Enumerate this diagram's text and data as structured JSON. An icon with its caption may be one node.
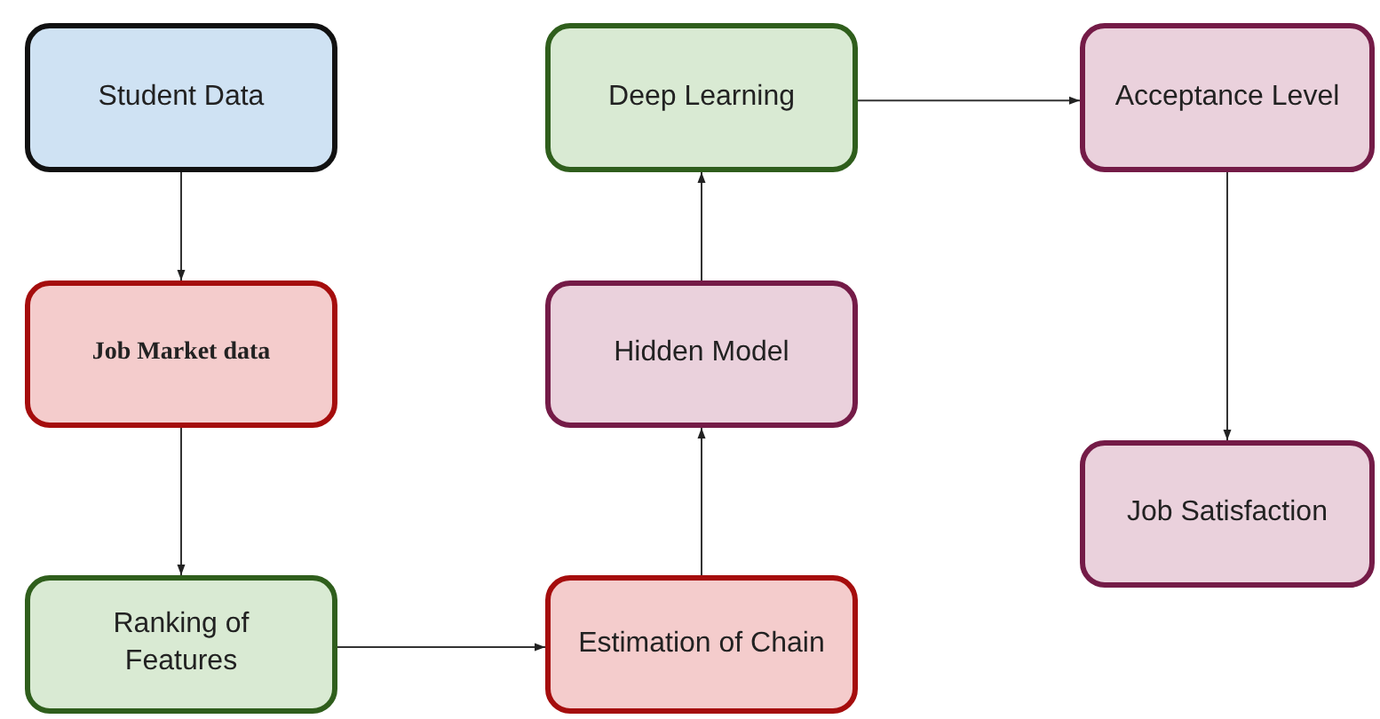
{
  "diagram": {
    "nodes": [
      {
        "text": [
          "Student Data"
        ]
      },
      {
        "text": [
          "Job Market data"
        ]
      },
      {
        "text": [
          "Ranking of Features"
        ]
      },
      {
        "text": [
          "Estimation of Chain"
        ]
      },
      {
        "text": [
          "Hidden Model"
        ]
      },
      {
        "text": [
          "Deep Learning"
        ]
      },
      {
        "text": [
          "Acceptance Level"
        ]
      },
      {
        "text": [
          "Job Satisfaction"
        ]
      }
    ],
    "edges": [
      {
        "from": 0,
        "to": 1,
        "arrow": "to"
      },
      {
        "from": 1,
        "to": 2,
        "arrow": "to"
      },
      {
        "from": 2,
        "to": 3,
        "arrow": "to"
      },
      {
        "from": 3,
        "to": 4,
        "arrow": "to"
      },
      {
        "from": 4,
        "to": 5,
        "arrow": "to"
      },
      {
        "from": 5,
        "to": 6,
        "arrow": "to"
      },
      {
        "from": 6,
        "to": 7,
        "arrow": "to"
      }
    ]
  }
}
